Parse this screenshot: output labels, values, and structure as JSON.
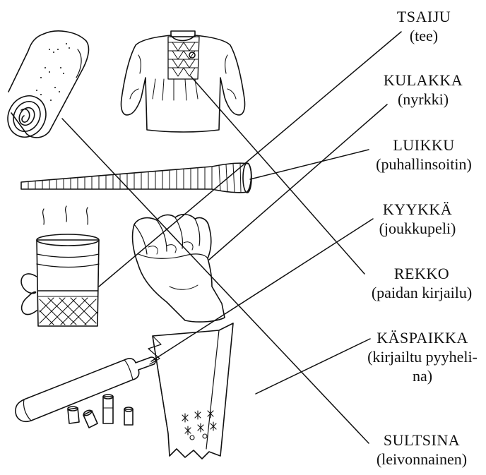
{
  "labels": [
    {
      "word": "TSAIJU",
      "translation": [
        "(tee)"
      ]
    },
    {
      "word": "KULAKKA",
      "translation": [
        "(nyrkki)"
      ]
    },
    {
      "word": "LUIKKU",
      "translation": [
        "(puhallinsoitin)"
      ]
    },
    {
      "word": "KYYKKÄ",
      "translation": [
        "(joukkupeli)"
      ]
    },
    {
      "word": "REKKO",
      "translation": [
        "(paidan kirjailu)"
      ]
    },
    {
      "word": "KÄSPAIKKA",
      "translation": [
        "(kirjailtu pyyheli-",
        "na)"
      ]
    },
    {
      "word": "SULTSINA",
      "translation": [
        "(leivonnainen)"
      ]
    }
  ],
  "pictures": [
    {
      "icon": "pastry-roll-icon",
      "matches": "SULTSINA"
    },
    {
      "icon": "embroidered-shirt-icon",
      "matches": "REKKO"
    },
    {
      "icon": "wind-horn-icon",
      "matches": "LUIKKU"
    },
    {
      "icon": "tea-glass-icon",
      "matches": "TSAIJU"
    },
    {
      "icon": "fist-icon",
      "matches": "KULAKKA"
    },
    {
      "icon": "kyykka-bat-icon",
      "matches": "KYYKKÄ"
    },
    {
      "icon": "embroidered-towel-icon",
      "matches": "KÄSPAIKKA"
    }
  ]
}
